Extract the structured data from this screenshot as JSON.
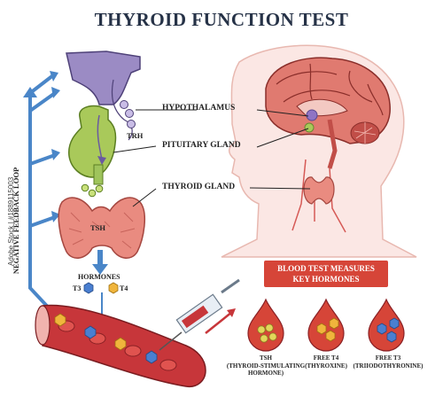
{
  "title": "THYROID FUNCTION TEST",
  "side_label": "NEGATIVE FEEDBACK LOOP",
  "labels": {
    "hypothalamus": "HYPOTHALAMUS",
    "pituitary": "PITUITARY GLAND",
    "thyroid": "THYROID GLAND",
    "trh": "TRH",
    "tsh": "TSH",
    "hormones": "HORMONES",
    "t3": "T3",
    "t4": "T4"
  },
  "banner": {
    "line1": "BLOOD TEST MEASURES",
    "line2": "KEY HORMONES"
  },
  "drops": [
    {
      "line1": "TSH",
      "line2": "(THYROID-STIMULATING",
      "line3": "HORMONE)",
      "color": "#e2d65a"
    },
    {
      "line1": "FREE T4",
      "line2": "(THYROXINE)",
      "line3": "",
      "color": "#f0b53c"
    },
    {
      "line1": "FREE T3",
      "line2": "(TRIIODOTHYRONINE)",
      "line3": "",
      "color": "#4a7fd0"
    }
  ],
  "stock_id": "Adobe Stock | #1889115003",
  "colors": {
    "title": "#263247",
    "arrow": "#4a86c8",
    "hypothalamus": "#9b8bc4",
    "pituitary": "#a9c95a",
    "thyroid": "#e98b80",
    "blood": "#c7363a",
    "banner": "#d64538"
  }
}
